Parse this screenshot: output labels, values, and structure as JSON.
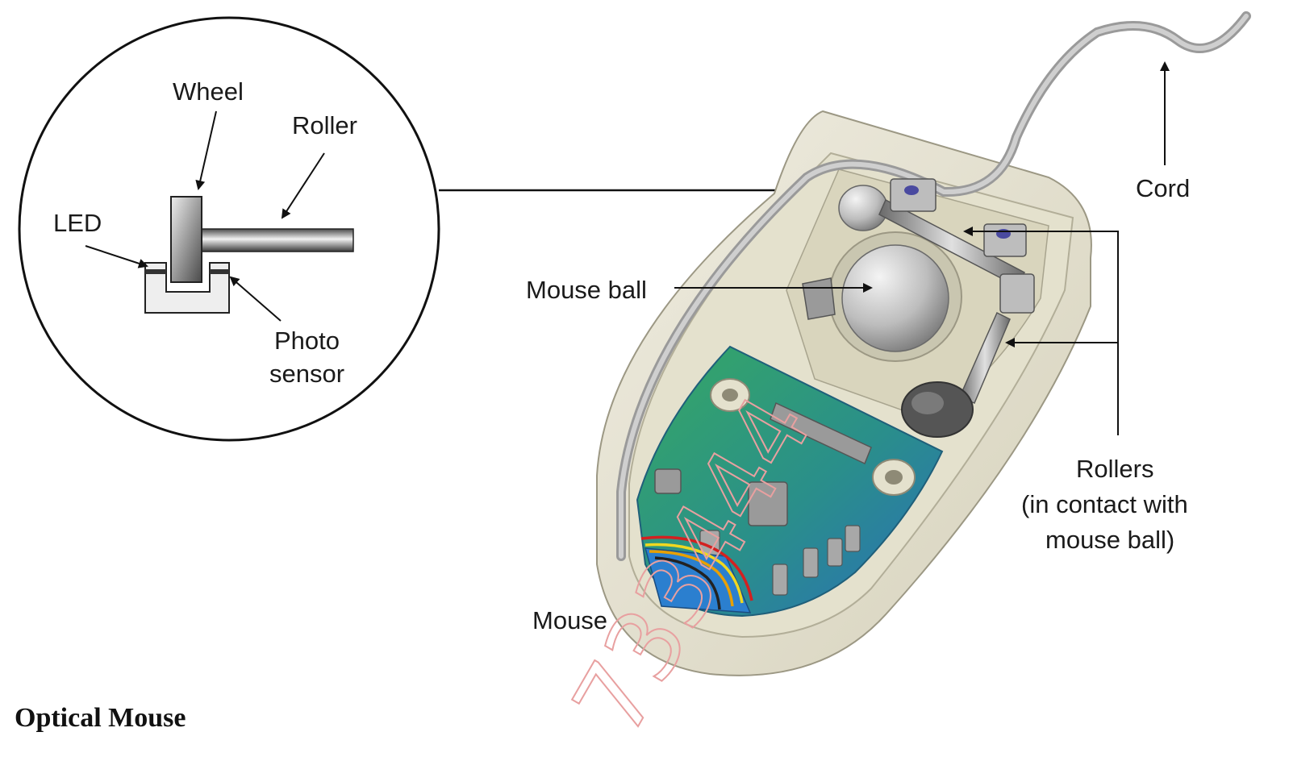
{
  "diagram": {
    "inset_labels": {
      "wheel": "Wheel",
      "roller": "Roller",
      "led": "LED",
      "photo_sensor_line1": "Photo",
      "photo_sensor_line2": "sensor"
    },
    "mouse_labels": {
      "cord": "Cord",
      "mouse_ball": "Mouse ball",
      "rollers_line1": "Rollers",
      "rollers_line2": "(in contact with",
      "rollers_line3": "mouse ball)",
      "mouse": "Mouse"
    },
    "watermark": "733444"
  },
  "caption": "Optical Mouse",
  "colors": {
    "shell": "#e6e3cf",
    "shell_dark": "#c9c6b0",
    "cord": "#b8b8b8",
    "board_green": "#2f9a63",
    "board_blue": "#2a77b5",
    "ball": "#c8c8c8",
    "watermark": "#e8a0a0"
  }
}
